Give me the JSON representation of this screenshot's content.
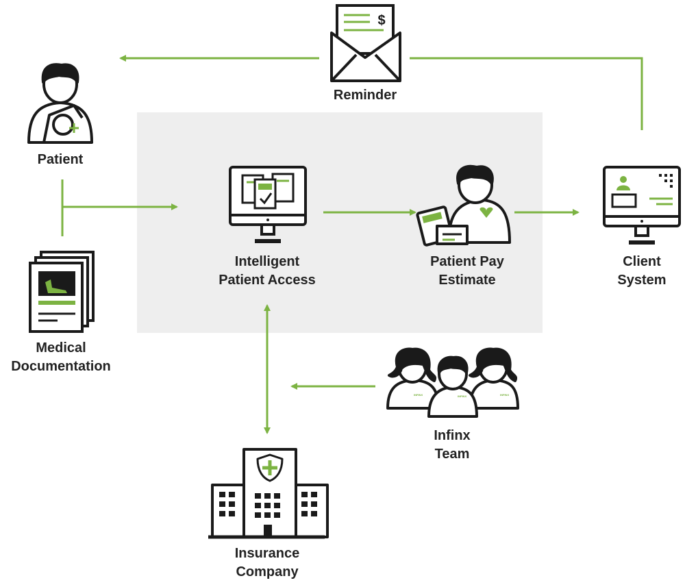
{
  "colors": {
    "accent_green": "#7cb342",
    "panel_gray": "#eeeeee",
    "ink": "#1a1a1a",
    "label_text": "#222222"
  },
  "nodes": {
    "reminder": {
      "label": "Reminder",
      "icon": "envelope-dollar-icon"
    },
    "patient": {
      "label": "Patient",
      "icon": "patient-arm-sling-icon"
    },
    "medical_documentation": {
      "line1": "Medical",
      "line2": "Documentation",
      "icon": "medical-documents-icon"
    },
    "intelligent_patient_access": {
      "line1": "Intelligent",
      "line2": "Patient Access",
      "icon": "monitor-documents-icon"
    },
    "patient_pay_estimate": {
      "line1": "Patient Pay",
      "line2": "Estimate",
      "icon": "person-calculator-icon"
    },
    "client_system": {
      "line1": "Client",
      "line2": "System",
      "icon": "monitor-profile-icon"
    },
    "infinx_team": {
      "line1": "Infinx",
      "line2": "Team",
      "icon": "team-people-icon",
      "badge_text": "INFINX"
    },
    "insurance_company": {
      "line1": "Insurance",
      "line2": "Company",
      "icon": "hospital-building-icon"
    }
  },
  "dollar_symbol": "$"
}
